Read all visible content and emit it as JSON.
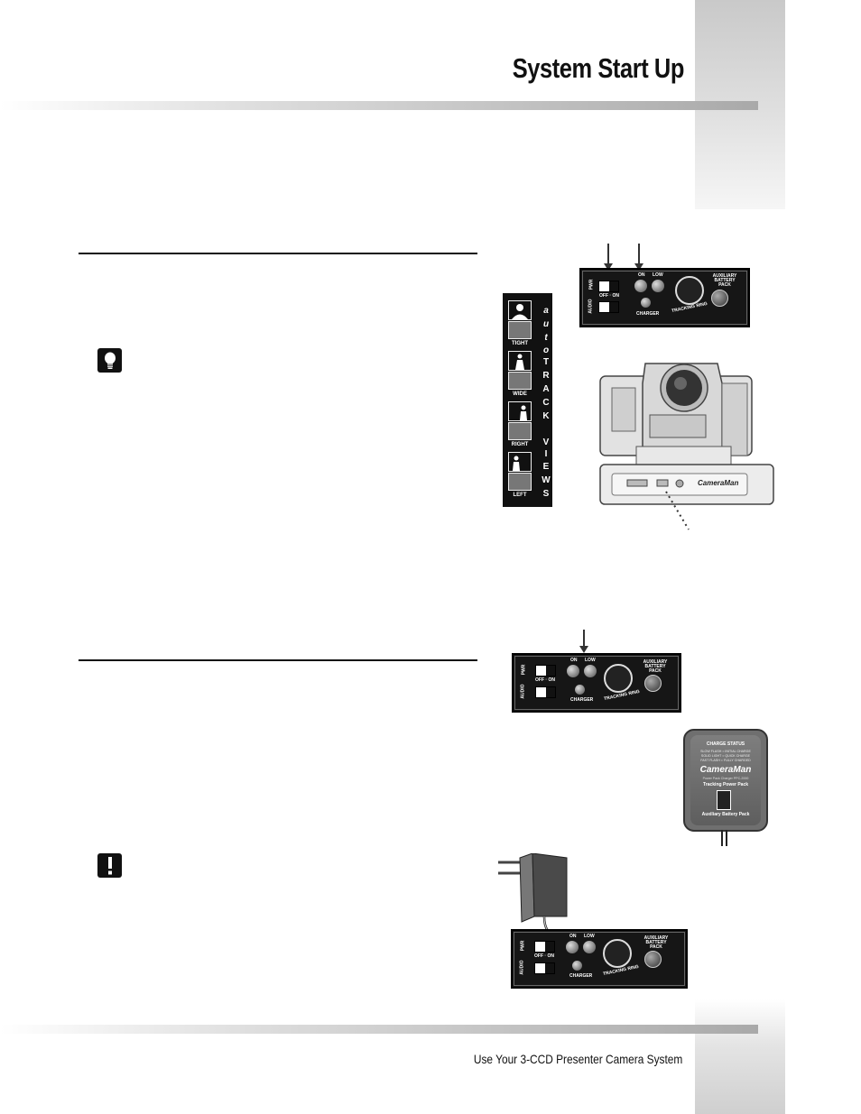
{
  "header": {
    "title": "System Start Up"
  },
  "footer": {
    "text": "Use Your 3-CCD Presenter Camera System"
  },
  "panel_labels": {
    "pwr": "PWR",
    "audio": "AUDIO",
    "off_on": "OFF · ON",
    "on": "ON",
    "low": "LOW",
    "charger": "CHARGER",
    "tracking_ring": "TRACKING RING",
    "aux_battery": "AUXILIARY BATTERY PACK"
  },
  "autotrack": {
    "heading_chars": [
      "a",
      "u",
      "t",
      "o",
      "T",
      "R",
      "A",
      "C",
      "K",
      "V",
      "I",
      "E",
      "W",
      "S"
    ],
    "views": [
      "TIGHT",
      "WIDE",
      "RIGHT",
      "LEFT"
    ]
  },
  "camera": {
    "brand": "CameraMan"
  },
  "charger": {
    "status_title": "CHARGE STATUS",
    "status_lines": [
      "SLOW FLASH = INITIAL CHARGE",
      "SOLID LIGHT = QUICK CHARGE",
      "FAST FLASH = FULLY CHARGED"
    ],
    "brand": "CameraMan",
    "subtitle": "Power Pack Charger PPC-2000",
    "tracking_label": "Tracking Power Pack",
    "aux_label": "Auxiliary Battery Pack"
  }
}
